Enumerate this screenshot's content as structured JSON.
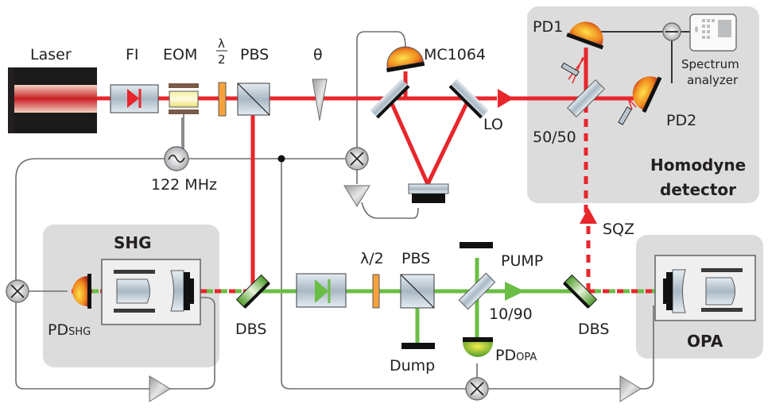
{
  "labels": {
    "laser": "Laser",
    "fi": "FI",
    "eom": "EOM",
    "halfwave_top_num": "λ",
    "halfwave_top_den": "2",
    "pbs_top": "PBS",
    "theta": "θ",
    "mc": "MC1064",
    "lo": "LO",
    "freq": "122 MHz",
    "pd1": "PD1",
    "pd2": "PD2",
    "bs5050": "50/50",
    "spectrum1": "Spectrum",
    "spectrum2": "analyzer",
    "homodyne1": "Homodyne",
    "homodyne2": "detector",
    "sqz": "SQZ",
    "shg": "SHG",
    "pd_shg": "PD",
    "pd_shg_sub": "SHG",
    "dbs_left": "DBS",
    "halfwave_bottom": "λ/2",
    "pbs_bottom": "PBS",
    "dump": "Dump",
    "pump": "PUMP",
    "split_1090": "10/90",
    "pd_opa": "PD",
    "pd_opa_sub": "OPA",
    "dbs_right": "DBS",
    "opa": "OPA"
  },
  "colors": {
    "beam_red": "#e8262b",
    "beam_green": "#6abd45",
    "module_box": "#dcdcdc"
  }
}
